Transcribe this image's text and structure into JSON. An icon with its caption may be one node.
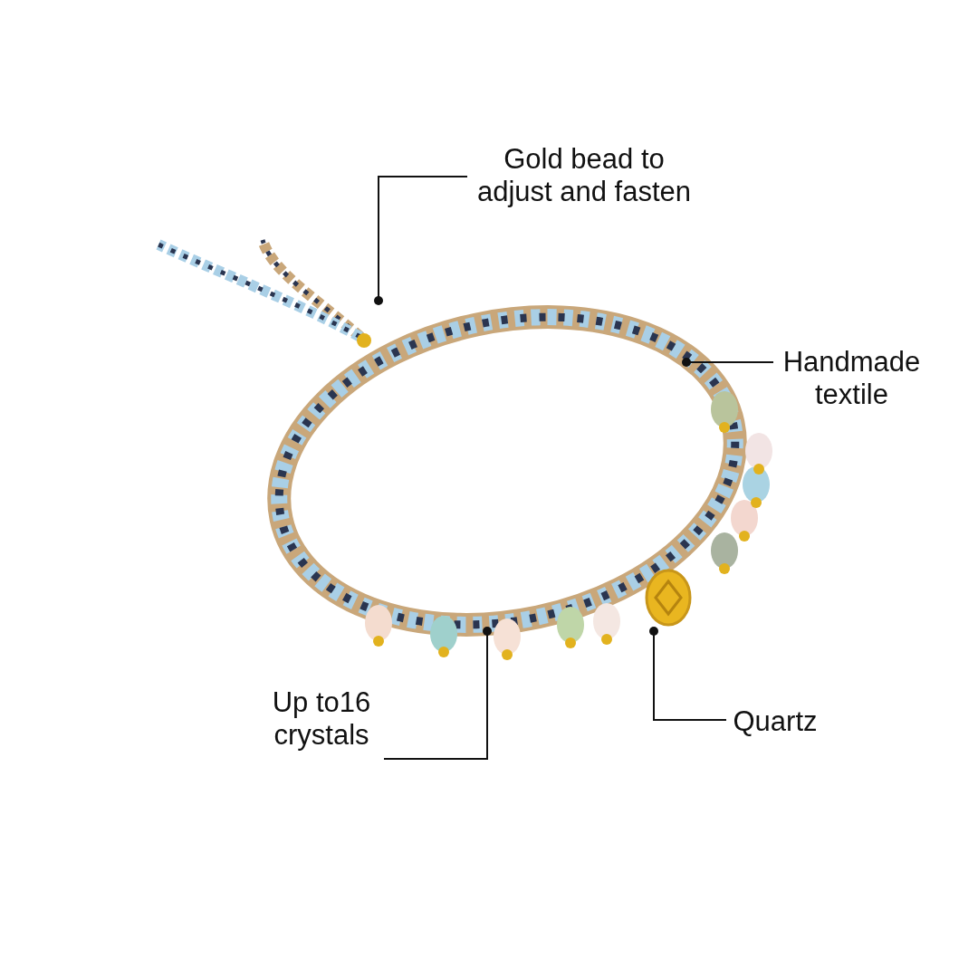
{
  "diagram": {
    "nodes": [
      {
        "text": [
          "Gold bead to adjust and fasten"
        ]
      },
      {
        "text": [
          "Handmade textile"
        ]
      },
      {
        "text": [
          "Up to16 crystals"
        ]
      },
      {
        "text": [
          "Quartz"
        ]
      }
    ],
    "edges": [
      {
        "from": 0,
        "to": null,
        "arrow": "other"
      },
      {
        "from": 1,
        "to": null,
        "arrow": "other"
      },
      {
        "from": 2,
        "to": null,
        "arrow": "other"
      },
      {
        "from": 3,
        "to": null,
        "arrow": "other"
      }
    ]
  }
}
